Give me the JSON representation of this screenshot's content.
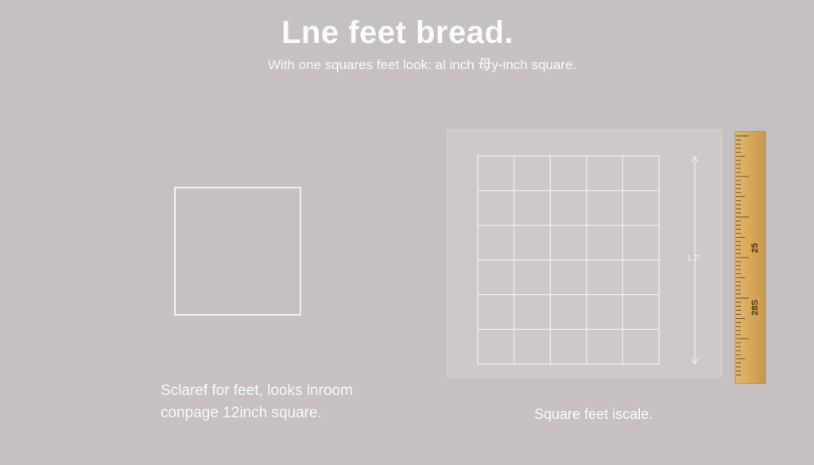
{
  "header": {
    "title": "Lne feet bread.",
    "subtitle": "With one squares feet look: al inch ⺟y-inch square."
  },
  "left": {
    "caption_line1": "Sclaref for feet, looks inroom",
    "caption_line2": "conpage 12inch square."
  },
  "right": {
    "dimension_label": "1.7'",
    "caption": "Square feet iscale.",
    "grid": {
      "columns": 5,
      "rows": 6
    },
    "ruler": {
      "labels": [
        "25",
        "28S"
      ]
    }
  },
  "colors": {
    "background": "#c6c0c2",
    "panel": "#cdc9ca",
    "lines": "#f4f2f3",
    "ruler_wood": "#d4a85c"
  }
}
